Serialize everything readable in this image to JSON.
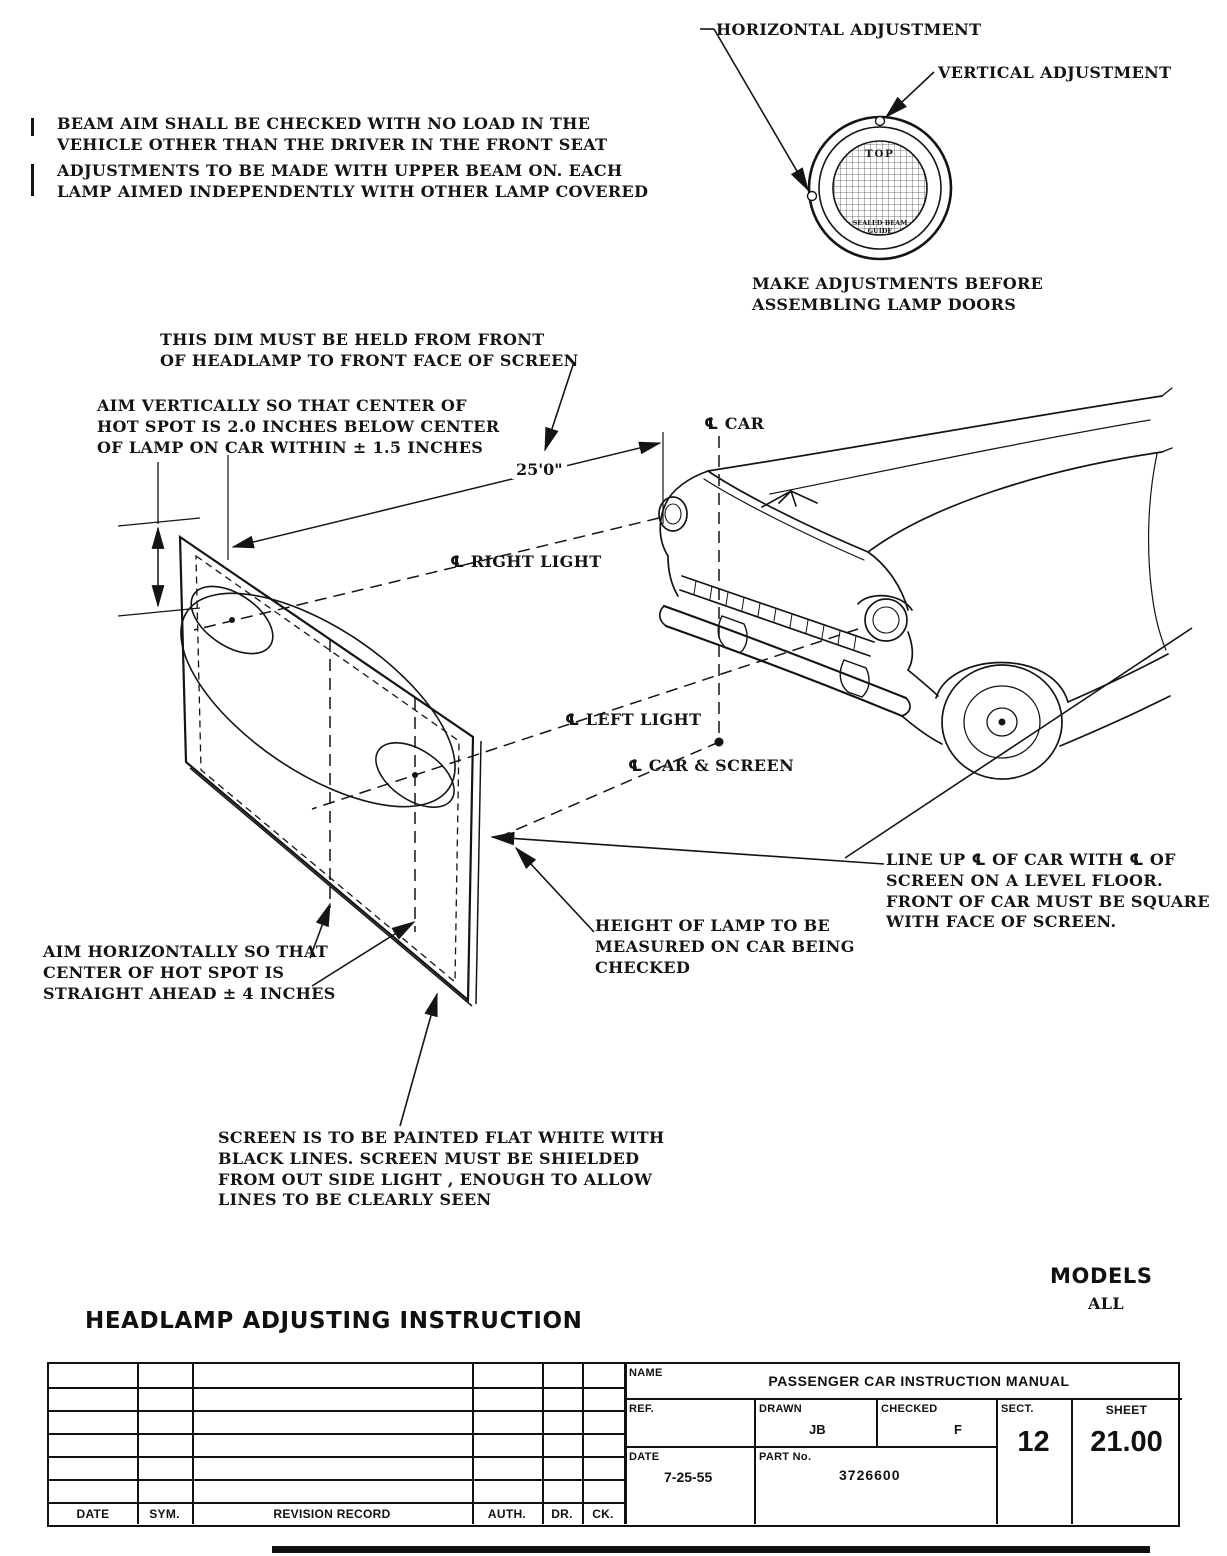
{
  "lamp_detail": {
    "horizontal": "HORIZONTAL ADJUSTMENT",
    "vertical": "VERTICAL ADJUSTMENT",
    "make_adjustments": "MAKE ADJUSTMENTS BEFORE\nASSEMBLING LAMP DOORS",
    "top": "TOP",
    "sealed_line1": "SEALED BEAM",
    "sealed_line2": "GUIDE"
  },
  "notes": {
    "beam_aim": "BEAM AIM SHALL BE CHECKED WITH NO LOAD IN THE\nVEHICLE OTHER THAN THE DRIVER IN THE FRONT SEAT",
    "upper_beam": "ADJUSTMENTS TO BE MADE WITH UPPER BEAM ON.  EACH\nLAMP AIMED INDEPENDENTLY WITH OTHER LAMP COVERED",
    "this_dim": "THIS DIM MUST BE HELD FROM FRONT\nOF HEADLAMP TO FRONT FACE OF SCREEN",
    "aim_vertical": "AIM VERTICALLY SO THAT CENTER OF\nHOT SPOT IS 2.0 INCHES BELOW CENTER\nOF LAMP ON CAR WITHIN ± 1.5 INCHES",
    "line_up": "LINE UP ℄ OF CAR WITH ℄ OF\nSCREEN ON A LEVEL FLOOR.\nFRONT OF CAR MUST BE SQUARE\nWITH FACE OF SCREEN.",
    "height_lamp": "HEIGHT OF LAMP TO BE\nMEASURED ON CAR BEING\nCHECKED",
    "aim_horizontal": "AIM HORIZONTALLY SO THAT\nCENTER OF HOT SPOT IS\nSTRAIGHT AHEAD ± 4 INCHES",
    "screen_paint": "SCREEN IS TO BE PAINTED FLAT WHITE WITH\nBLACK LINES.  SCREEN MUST BE SHIELDED\nFROM OUT SIDE LIGHT ,  ENOUGH TO ALLOW\nLINES TO BE CLEARLY SEEN"
  },
  "diagram": {
    "distance": "25'0\"",
    "cl_car": "℄ CAR",
    "cl_right_light": "℄ RIGHT LIGHT",
    "cl_left_light": "℄ LEFT LIGHT",
    "cl_car_screen": "℄ CAR & SCREEN"
  },
  "footer": {
    "models_label": "MODELS",
    "models_value": "ALL",
    "title": "HEADLAMP ADJUSTING INSTRUCTION"
  },
  "title_block": {
    "name_label": "NAME",
    "name_value": "PASSENGER CAR INSTRUCTION MANUAL",
    "ref_label": "REF.",
    "drawn_label": "DRAWN",
    "drawn_value": "JB",
    "checked_label": "CHECKED",
    "checked_value": "F",
    "sect_label": "SECT.",
    "sect_value": "12",
    "sheet_label": "SHEET",
    "sheet_value": "21.00",
    "date_label": "DATE",
    "date_value": "7-25-55",
    "part_label": "PART No.",
    "part_value": "3726600",
    "rev_date": "DATE",
    "rev_sym": "SYM.",
    "rev_record": "REVISION RECORD",
    "rev_auth": "AUTH.",
    "rev_dr": "DR.",
    "rev_ck": "CK."
  }
}
